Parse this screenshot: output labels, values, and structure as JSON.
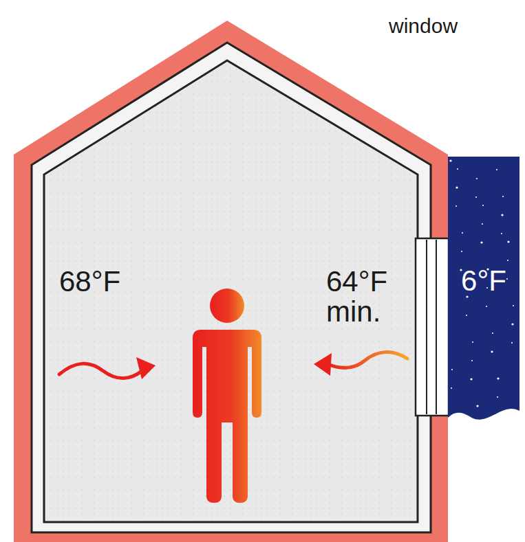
{
  "diagram": {
    "nodes": [
      {
        "text": [
          "6°F"
        ]
      }
    ],
    "labels": [
      "window",
      "68°F",
      "64°F min."
    ]
  }
}
